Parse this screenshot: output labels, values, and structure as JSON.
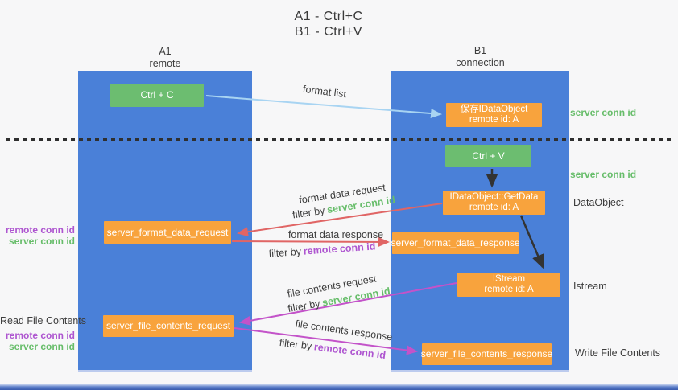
{
  "title": {
    "line1": "A1 - Ctrl+C",
    "line2": "B1 - Ctrl+V"
  },
  "lanes": {
    "a1": {
      "name": "A1",
      "subtitle": "remote"
    },
    "b1": {
      "name": "B1",
      "subtitle": "connection"
    }
  },
  "nodes": {
    "ctrl_c": {
      "label": "Ctrl + C"
    },
    "save_dataobject": {
      "line1": "保存IDataObject",
      "line2": "remote id: A"
    },
    "ctrl_v": {
      "label": "Ctrl + V"
    },
    "getdata": {
      "line1": "IDataObject::GetData",
      "line2": "remote id: A"
    },
    "format_request": {
      "label": "server_format_data_request"
    },
    "format_response": {
      "label": "server_format_data_response"
    },
    "istream": {
      "line1": "IStream",
      "line2": "remote id: A"
    },
    "file_request": {
      "label": "server_file_contents_request"
    },
    "file_response": {
      "label": "server_file_contents_response"
    }
  },
  "side_labels": {
    "server_conn_id_right_top": "server conn id",
    "server_conn_id_right_mid": "server conn id",
    "dataobject": "DataObject",
    "istream": "Istream",
    "write_file_contents": "Write File Contents",
    "read_file_contents": "Read File Contents",
    "remote_conn_id_left_top": "remote conn id",
    "server_conn_id_left_top": "server conn id",
    "remote_conn_id_left_bottom": "remote conn id",
    "server_conn_id_left_bottom": "server conn id"
  },
  "arrow_labels": {
    "format_list": "format list",
    "format_data_request": "format data request",
    "format_data_response": "format data response",
    "file_contents_request": "file contents request",
    "file_contents_response": "file contents response",
    "filter_by": "filter by",
    "server_conn_id": "server conn id",
    "remote_conn_id": "remote conn id"
  },
  "colors": {
    "lane_blue": "#4a80d8",
    "node_orange": "#f8a33d",
    "node_green": "#6cbd70",
    "accent_green_text": "#67bd6a",
    "accent_purple_text": "#ae55d0",
    "arrow_red": "#e06565",
    "arrow_magenta": "#c353c9",
    "arrow_light_blue": "#a8d4f2",
    "arrow_black": "#333333",
    "divider_black": "#2f2f2f"
  }
}
